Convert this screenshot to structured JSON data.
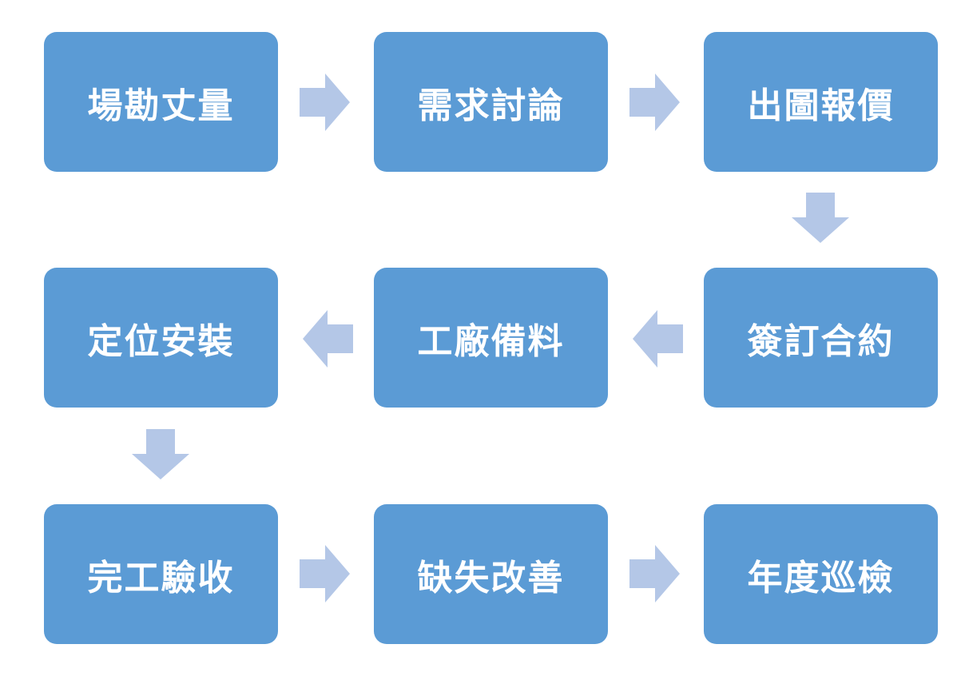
{
  "diagram": {
    "steps": [
      {
        "label": "場勘丈量"
      },
      {
        "label": "需求討論"
      },
      {
        "label": "出圖報價"
      },
      {
        "label": "簽訂合約"
      },
      {
        "label": "工廠備料"
      },
      {
        "label": "定位安裝"
      },
      {
        "label": "完工驗收"
      },
      {
        "label": "缺失改善"
      },
      {
        "label": "年度巡檢"
      }
    ],
    "colors": {
      "box_fill": "#5b9bd5",
      "box_text": "#ffffff",
      "arrow_fill": "#b4c7e7",
      "background": "#ffffff"
    }
  }
}
